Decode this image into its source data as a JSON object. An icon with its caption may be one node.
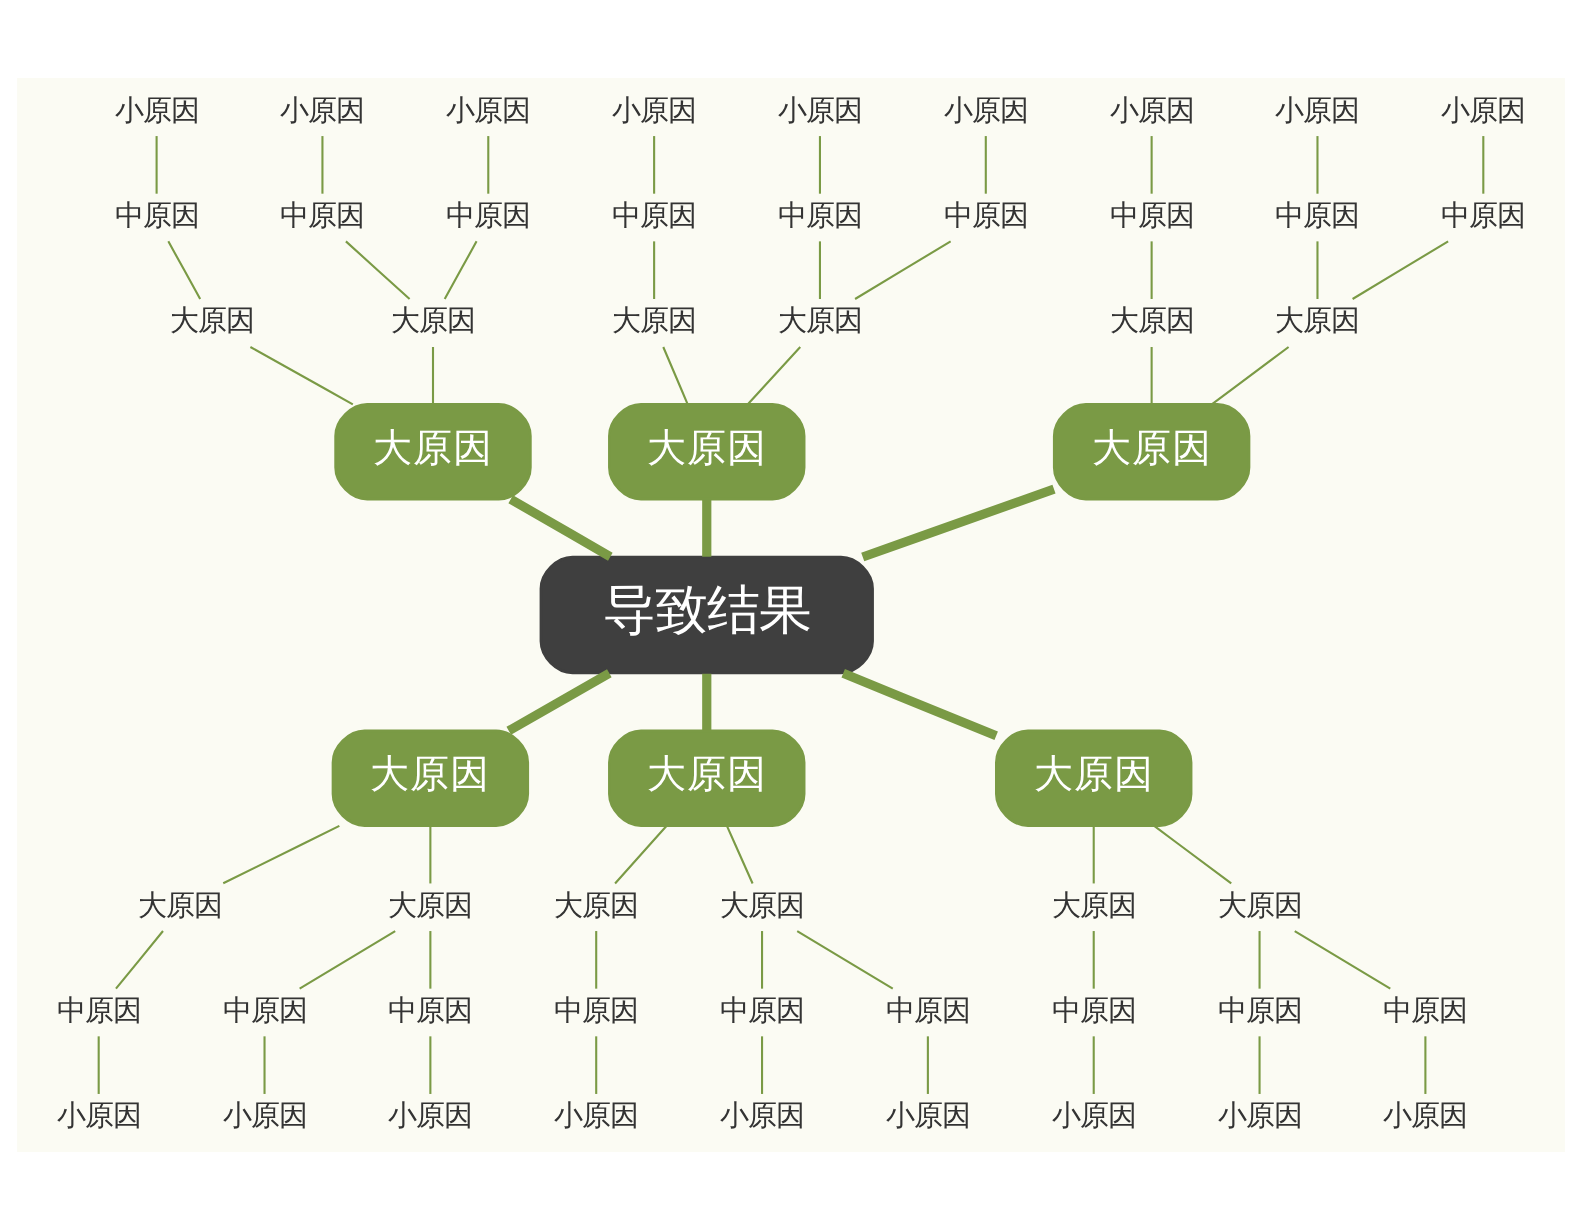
{
  "diagram": {
    "nodes": [
      {
        "text": [
          "导致结果"
        ]
      },
      {
        "text": [
          "大原因"
        ]
      },
      {
        "text": [
          "大原因"
        ]
      },
      {
        "text": [
          "大原因"
        ]
      },
      {
        "text": [
          "中原因"
        ]
      },
      {
        "text": [
          "中原因"
        ]
      },
      {
        "text": [
          "中原因"
        ]
      },
      {
        "text": [
          "小原因"
        ]
      },
      {
        "text": [
          "小原因"
        ]
      },
      {
        "text": [
          "小原因"
        ]
      },
      {
        "text": [
          "大原因"
        ]
      },
      {
        "text": [
          "大原因"
        ]
      },
      {
        "text": [
          "大原因"
        ]
      },
      {
        "text": [
          "中原因"
        ]
      },
      {
        "text": [
          "中原因"
        ]
      },
      {
        "text": [
          "中原因"
        ]
      },
      {
        "text": [
          "小原因"
        ]
      },
      {
        "text": [
          "小原因"
        ]
      },
      {
        "text": [
          "小原因"
        ]
      },
      {
        "text": [
          "大原因"
        ]
      },
      {
        "text": [
          "大原因"
        ]
      },
      {
        "text": [
          "大原因"
        ]
      },
      {
        "text": [
          "中原因"
        ]
      },
      {
        "text": [
          "中原因"
        ]
      },
      {
        "text": [
          "中原因"
        ]
      },
      {
        "text": [
          "小原因"
        ]
      },
      {
        "text": [
          "小原因"
        ]
      },
      {
        "text": [
          "小原因"
        ]
      },
      {
        "text": [
          "大原因"
        ]
      },
      {
        "text": [
          "大原因"
        ]
      },
      {
        "text": [
          "大原因"
        ]
      },
      {
        "text": [
          "中原因"
        ]
      },
      {
        "text": [
          "中原因"
        ]
      },
      {
        "text": [
          "中原因"
        ]
      },
      {
        "text": [
          "小原因"
        ]
      },
      {
        "text": [
          "小原因"
        ]
      },
      {
        "text": [
          "小原因"
        ]
      },
      {
        "text": [
          "大原因"
        ]
      },
      {
        "text": [
          "大原因"
        ]
      },
      {
        "text": [
          "大原因"
        ]
      },
      {
        "text": [
          "中原因"
        ]
      },
      {
        "text": [
          "中原因"
        ]
      },
      {
        "text": [
          "中原因"
        ]
      },
      {
        "text": [
          "小原因"
        ]
      },
      {
        "text": [
          "小原因"
        ]
      },
      {
        "text": [
          "小原因"
        ]
      },
      {
        "text": [
          "大原因"
        ]
      },
      {
        "text": [
          "大原因"
        ]
      },
      {
        "text": [
          "大原因"
        ]
      },
      {
        "text": [
          "中原因"
        ]
      },
      {
        "text": [
          "中原因"
        ]
      },
      {
        "text": [
          "中原因"
        ]
      },
      {
        "text": [
          "小原因"
        ]
      },
      {
        "text": [
          "小原因"
        ]
      },
      {
        "text": [
          "小原因"
        ]
      }
    ],
    "edges": [
      {
        "from": 0,
        "to": 1,
        "arrow": "none",
        "style": "thick"
      },
      {
        "from": 1,
        "to": 2,
        "arrow": "none"
      },
      {
        "from": 1,
        "to": 3,
        "arrow": "none"
      },
      {
        "from": 2,
        "to": 4,
        "arrow": "none"
      },
      {
        "from": 3,
        "to": 5,
        "arrow": "none"
      },
      {
        "from": 3,
        "to": 6,
        "arrow": "none"
      },
      {
        "from": 4,
        "to": 7,
        "arrow": "none"
      },
      {
        "from": 5,
        "to": 8,
        "arrow": "none"
      },
      {
        "from": 6,
        "to": 9,
        "arrow": "none"
      },
      {
        "from": 0,
        "to": 10,
        "arrow": "none",
        "style": "thick"
      },
      {
        "from": 10,
        "to": 11,
        "arrow": "none"
      },
      {
        "from": 10,
        "to": 12,
        "arrow": "none"
      },
      {
        "from": 11,
        "to": 13,
        "arrow": "none"
      },
      {
        "from": 12,
        "to": 14,
        "arrow": "none"
      },
      {
        "from": 12,
        "to": 15,
        "arrow": "none"
      },
      {
        "from": 13,
        "to": 16,
        "arrow": "none"
      },
      {
        "from": 14,
        "to": 17,
        "arrow": "none"
      },
      {
        "from": 15,
        "to": 18,
        "arrow": "none"
      },
      {
        "from": 0,
        "to": 19,
        "arrow": "none",
        "style": "thick"
      },
      {
        "from": 19,
        "to": 20,
        "arrow": "none"
      },
      {
        "from": 19,
        "to": 21,
        "arrow": "none"
      },
      {
        "from": 20,
        "to": 22,
        "arrow": "none"
      },
      {
        "from": 21,
        "to": 23,
        "arrow": "none"
      },
      {
        "from": 21,
        "to": 24,
        "arrow": "none"
      },
      {
        "from": 22,
        "to": 25,
        "arrow": "none"
      },
      {
        "from": 23,
        "to": 26,
        "arrow": "none"
      },
      {
        "from": 24,
        "to": 27,
        "arrow": "none"
      },
      {
        "from": 0,
        "to": 28,
        "arrow": "none",
        "style": "thick"
      },
      {
        "from": 28,
        "to": 29,
        "arrow": "none"
      },
      {
        "from": 28,
        "to": 30,
        "arrow": "none"
      },
      {
        "from": 29,
        "to": 31,
        "arrow": "none"
      },
      {
        "from": 30,
        "to": 32,
        "arrow": "none"
      },
      {
        "from": 30,
        "to": 33,
        "arrow": "none"
      },
      {
        "from": 31,
        "to": 34,
        "arrow": "none"
      },
      {
        "from": 32,
        "to": 35,
        "arrow": "none"
      },
      {
        "from": 33,
        "to": 36,
        "arrow": "none"
      },
      {
        "from": 0,
        "to": 37,
        "arrow": "none",
        "style": "thick"
      },
      {
        "from": 37,
        "to": 38,
        "arrow": "none"
      },
      {
        "from": 37,
        "to": 39,
        "arrow": "none"
      },
      {
        "from": 38,
        "to": 40,
        "arrow": "none"
      },
      {
        "from": 39,
        "to": 41,
        "arrow": "none"
      },
      {
        "from": 39,
        "to": 42,
        "arrow": "none"
      },
      {
        "from": 40,
        "to": 43,
        "arrow": "none"
      },
      {
        "from": 41,
        "to": 44,
        "arrow": "none"
      },
      {
        "from": 42,
        "to": 45,
        "arrow": "none"
      },
      {
        "from": 0,
        "to": 46,
        "arrow": "none",
        "style": "thick"
      },
      {
        "from": 46,
        "to": 47,
        "arrow": "none"
      },
      {
        "from": 46,
        "to": 48,
        "arrow": "none"
      },
      {
        "from": 47,
        "to": 49,
        "arrow": "none"
      },
      {
        "from": 48,
        "to": 50,
        "arrow": "none"
      },
      {
        "from": 48,
        "to": 51,
        "arrow": "none"
      },
      {
        "from": 49,
        "to": 52,
        "arrow": "none"
      },
      {
        "from": 50,
        "to": 53,
        "arrow": "none"
      },
      {
        "from": 51,
        "to": 54,
        "arrow": "none"
      }
    ]
  }
}
